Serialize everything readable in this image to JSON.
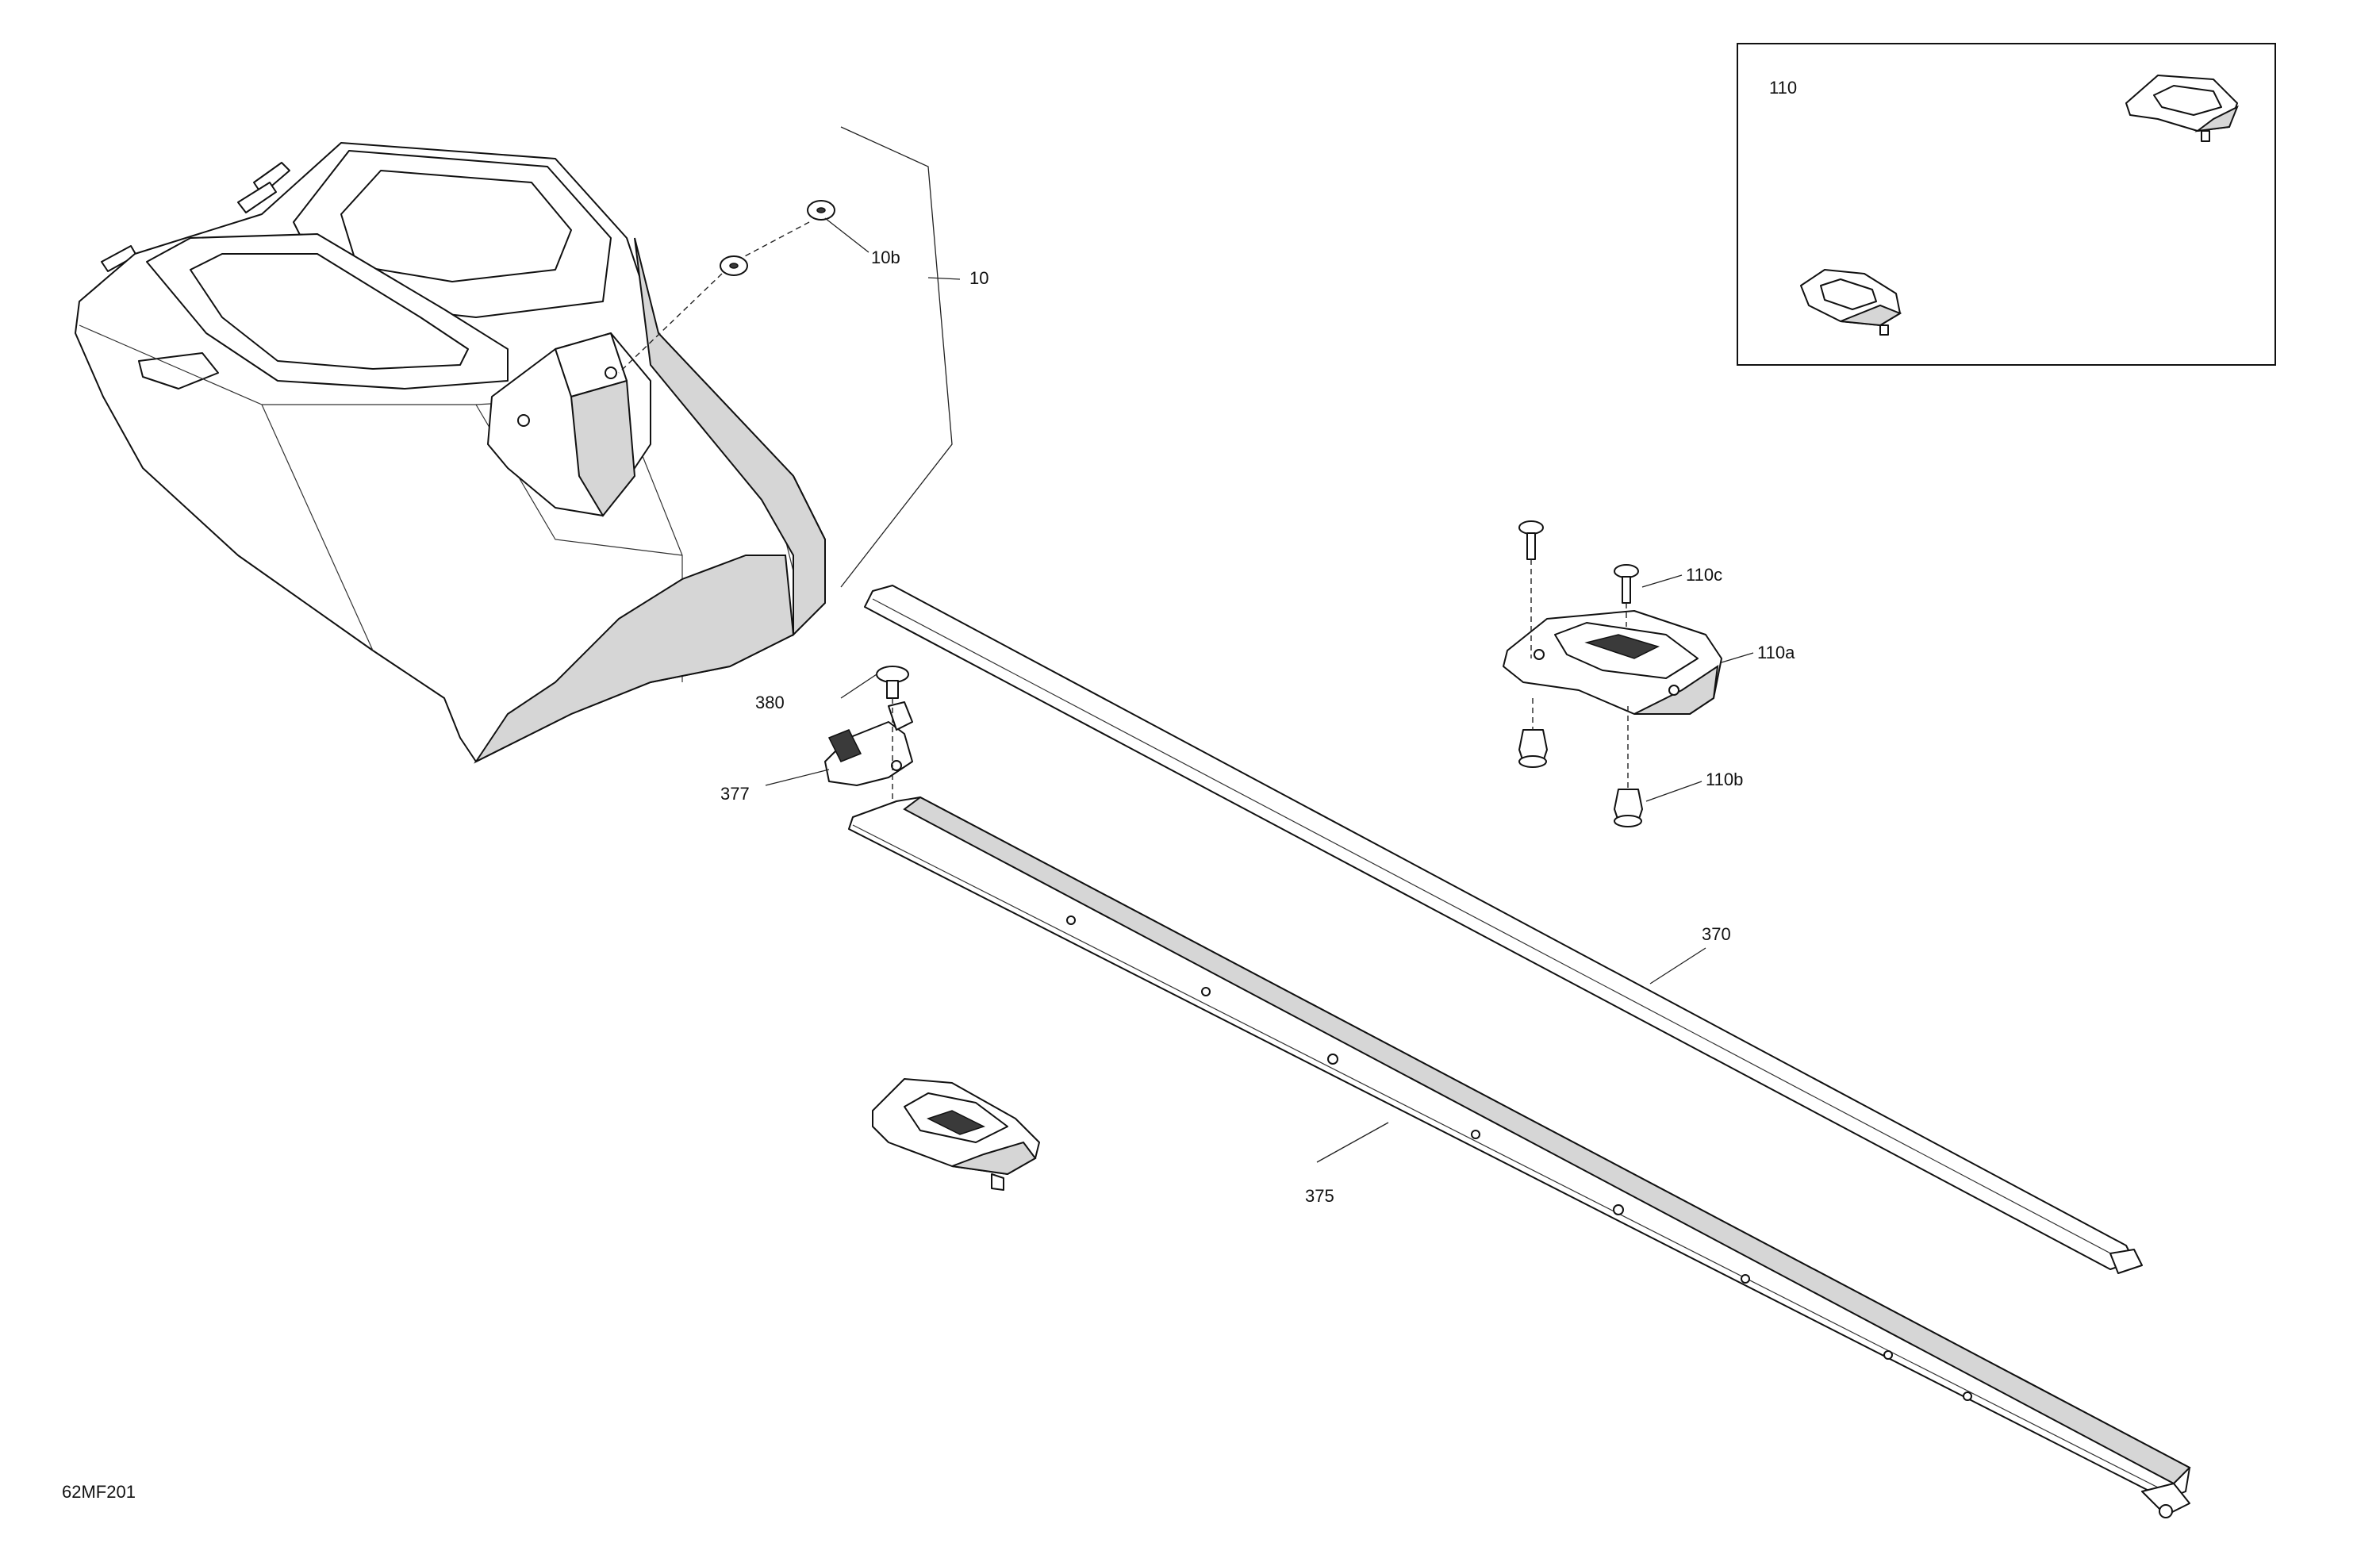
{
  "diagram_code": "62MF201",
  "labels": {
    "l10": "10",
    "l10b": "10b",
    "l110": "110",
    "l110a": "110a",
    "l110b": "110b",
    "l110c": "110c",
    "l370": "370",
    "l375": "375",
    "l377": "377",
    "l380": "380"
  },
  "colors": {
    "line": "#111111",
    "shade": "#d6d6d6",
    "background": "#ffffff"
  }
}
